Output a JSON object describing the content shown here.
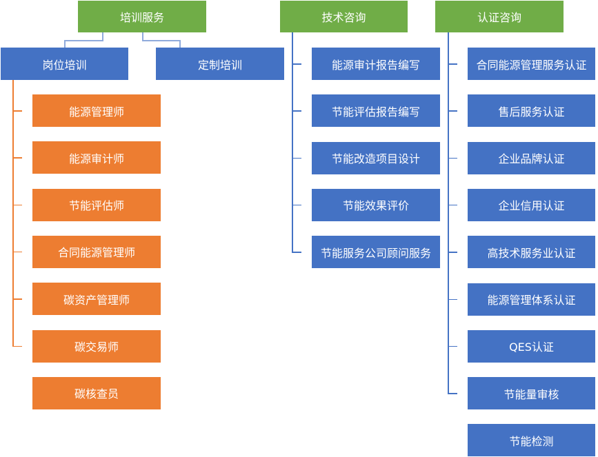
{
  "diagram": {
    "groups": [
      {
        "title": "培训服务",
        "subgroups": [
          {
            "title": "岗位培训",
            "items": [
              "能源管理师",
              "能源审计师",
              "节能评估师",
              "合同能源管理师",
              "碳资产管理师",
              "碳交易师",
              "碳核查员"
            ]
          },
          {
            "title": "定制培训",
            "items": []
          }
        ]
      },
      {
        "title": "技术咨询",
        "items": [
          "能源审计报告编写",
          "节能评估报告编写",
          "节能改造项目设计",
          "节能效果评价",
          "节能服务公司顾问服务"
        ]
      },
      {
        "title": "认证咨询",
        "items": [
          "合同能源管理服务认证",
          "售后服务认证",
          "企业品牌认证",
          "企业信用认证",
          "高技术服务业认证",
          "能源管理体系认证",
          "QES认证",
          "节能量审核",
          "节能检测"
        ]
      }
    ],
    "colors": {
      "level1": "#70ad47",
      "level2": "#4472c4",
      "level3_training": "#ed7d31",
      "connector_blue": "#4472c4",
      "connector_orange": "#ed7d31"
    }
  }
}
